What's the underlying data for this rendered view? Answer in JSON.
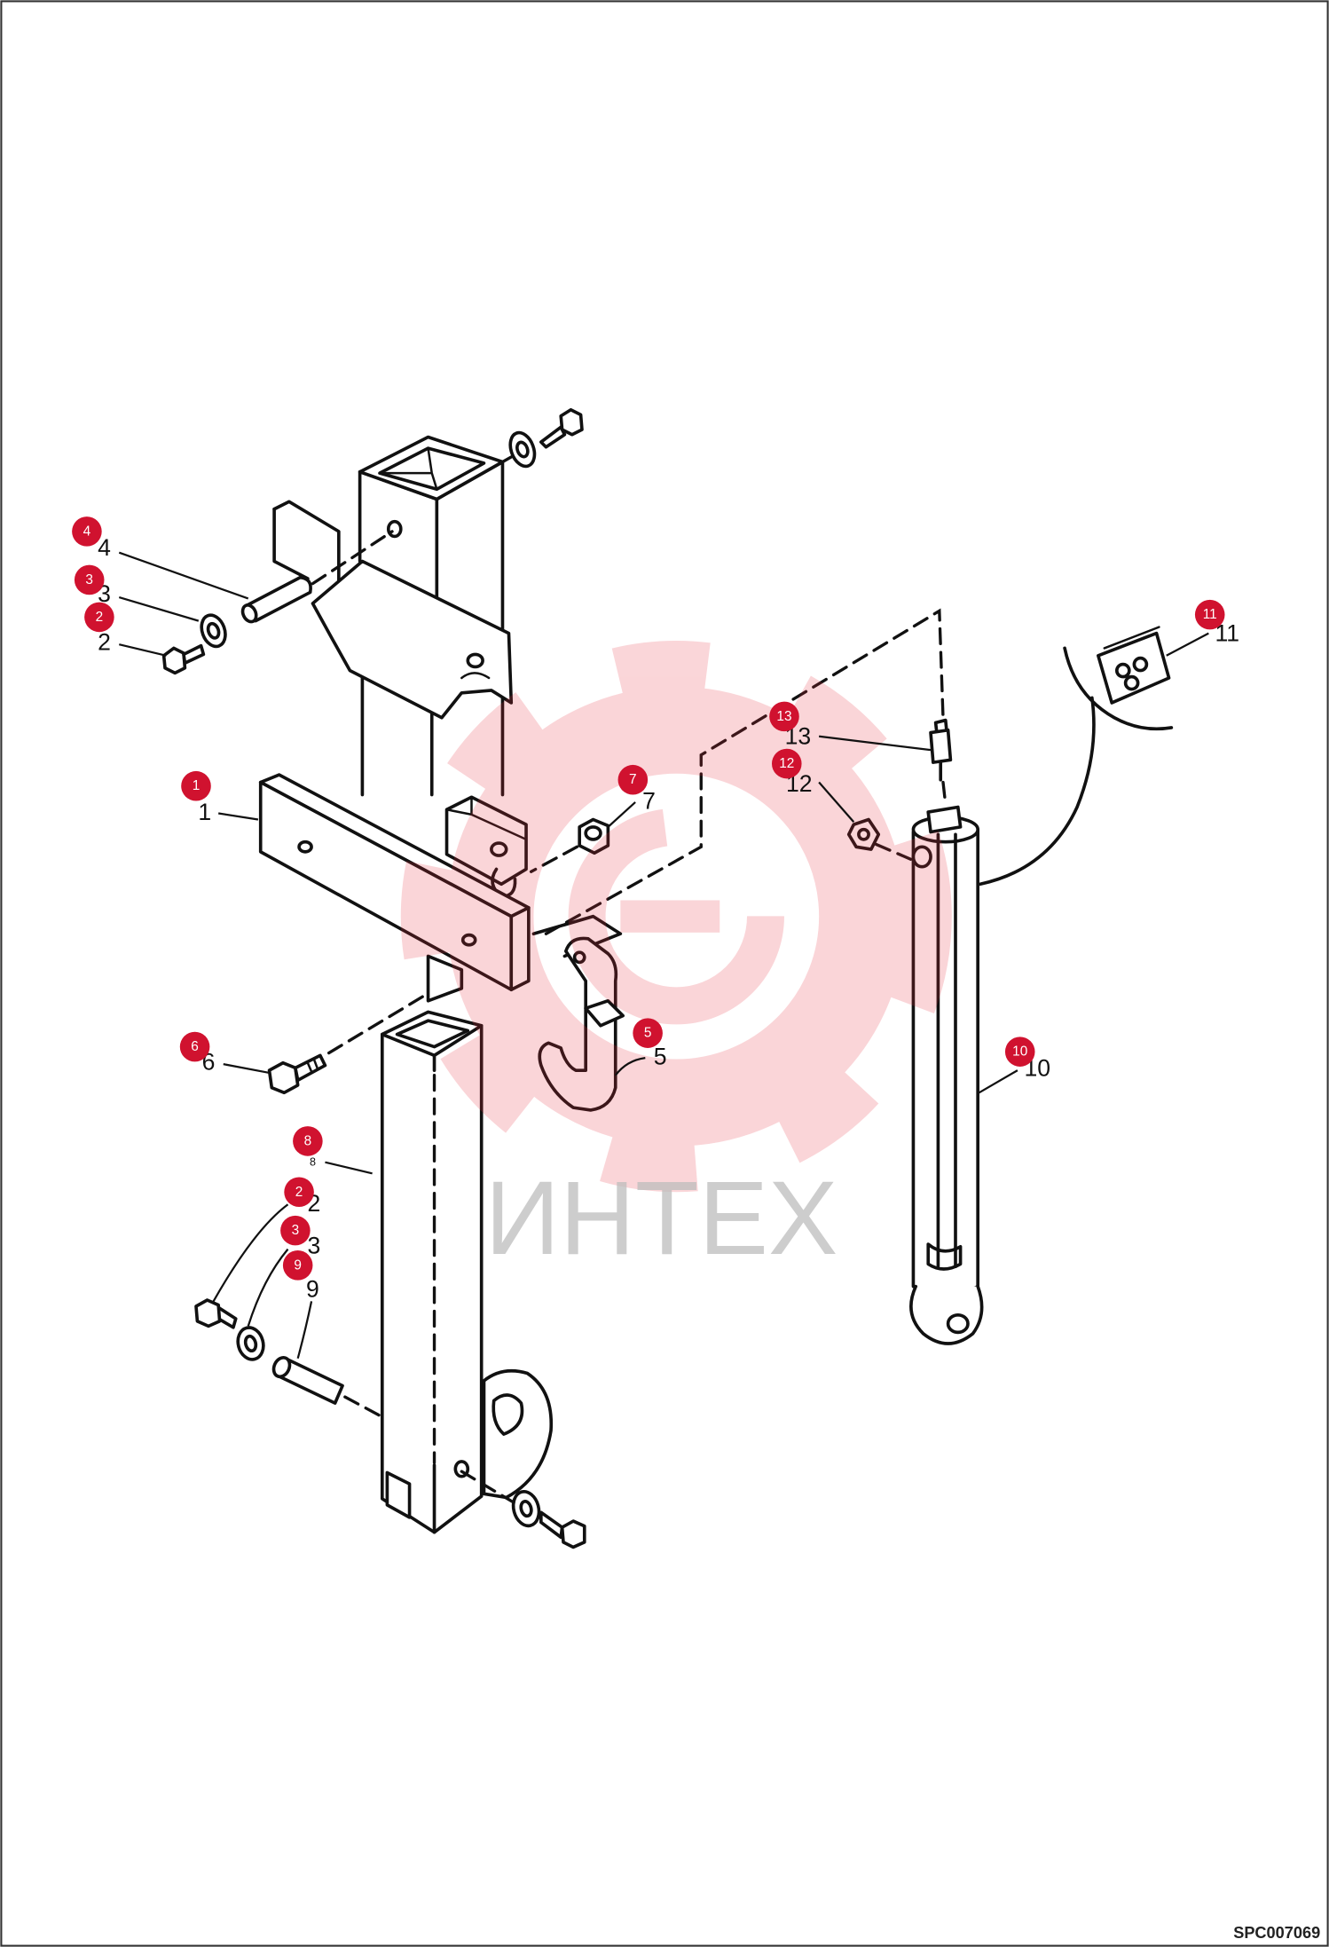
{
  "diagram": {
    "callouts": [
      {
        "badge": "4",
        "label": "4"
      },
      {
        "badge": "3",
        "label": "3"
      },
      {
        "badge": "2",
        "label": "2"
      },
      {
        "badge": "1",
        "label": "1"
      },
      {
        "badge": "7",
        "label": "7"
      },
      {
        "badge": "13",
        "label": "13"
      },
      {
        "badge": "12",
        "label": "12"
      },
      {
        "badge": "11",
        "label": "11"
      },
      {
        "badge": "6",
        "label": "6"
      },
      {
        "badge": "5",
        "label": "5"
      },
      {
        "badge": "10",
        "label": "10"
      },
      {
        "badge": "8",
        "label": "8"
      },
      {
        "badge": "2",
        "label": "2"
      },
      {
        "badge": "3",
        "label": "3"
      },
      {
        "badge": "9",
        "label": "9"
      }
    ],
    "drawing_code": "SPC007069",
    "watermark_text": "ИНТЕХ"
  },
  "colors": {
    "callout": "#d0122f",
    "callout_text": "#ffffff",
    "line": "#111111",
    "watermark_logo": "#e8323f",
    "watermark_text": "#bdbdbd",
    "border": "#333333"
  },
  "icons": {
    "watermark_logo": "gear-logo"
  }
}
